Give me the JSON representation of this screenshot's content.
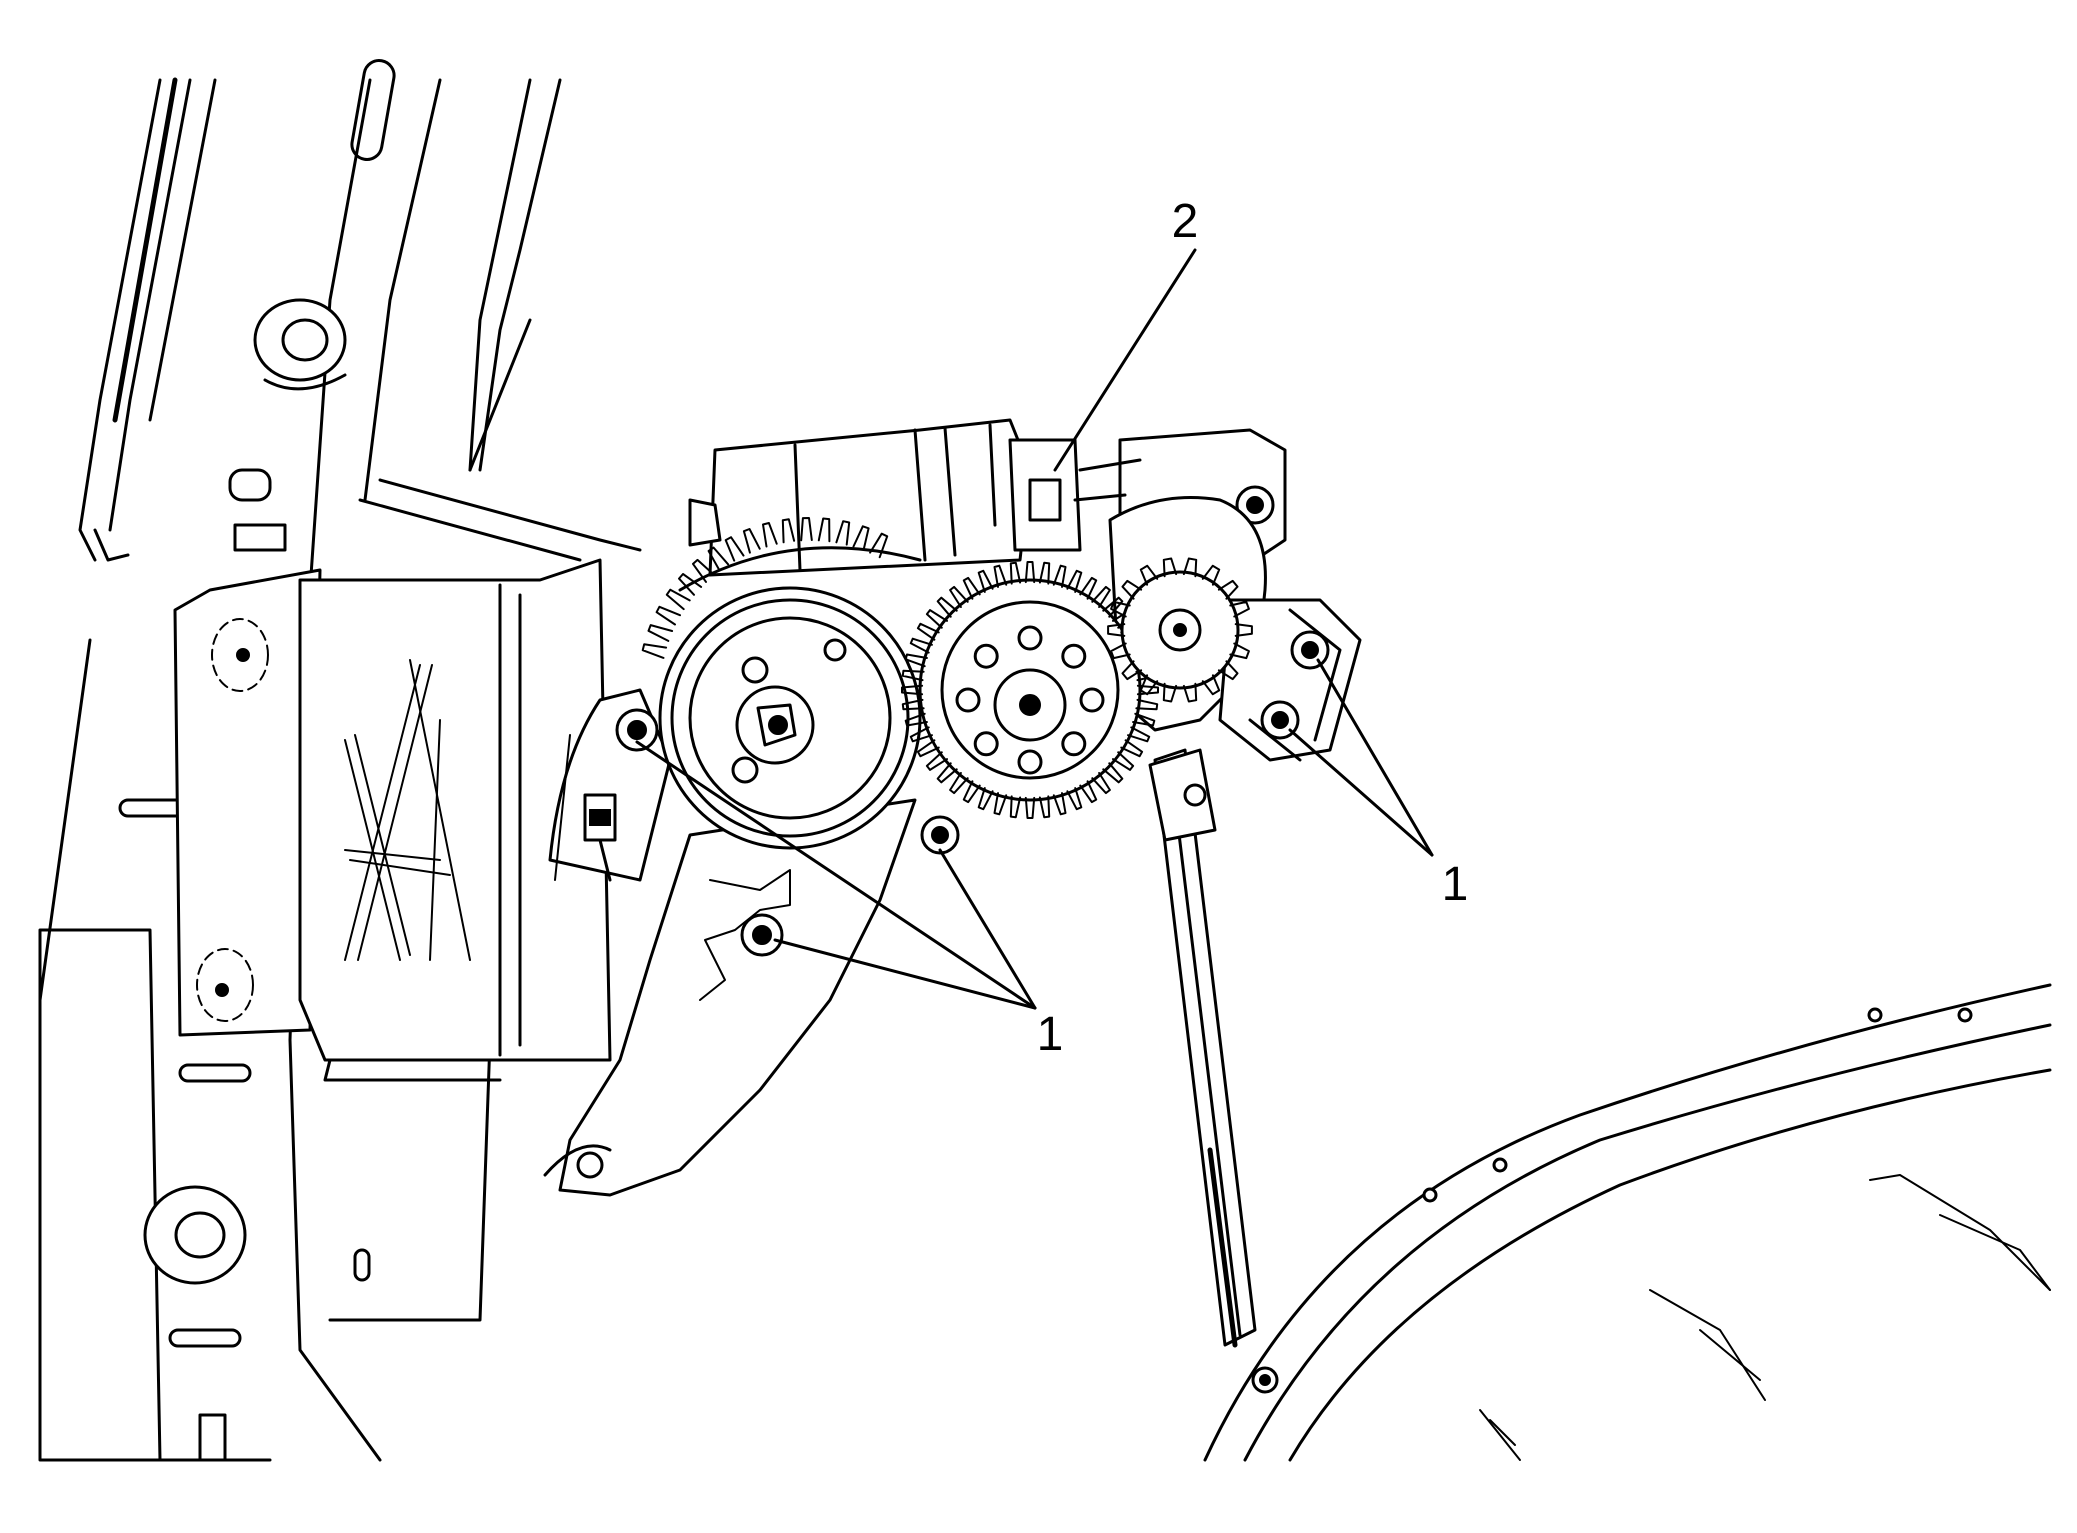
{
  "figure": {
    "colors": {
      "line": "#000000",
      "background": "#ffffff"
    },
    "callouts": [
      {
        "id": "c1a",
        "label": "1",
        "meaning": ""
      },
      {
        "id": "c1b",
        "label": "1",
        "meaning": ""
      },
      {
        "id": "c2",
        "label": "2",
        "meaning": ""
      }
    ]
  }
}
